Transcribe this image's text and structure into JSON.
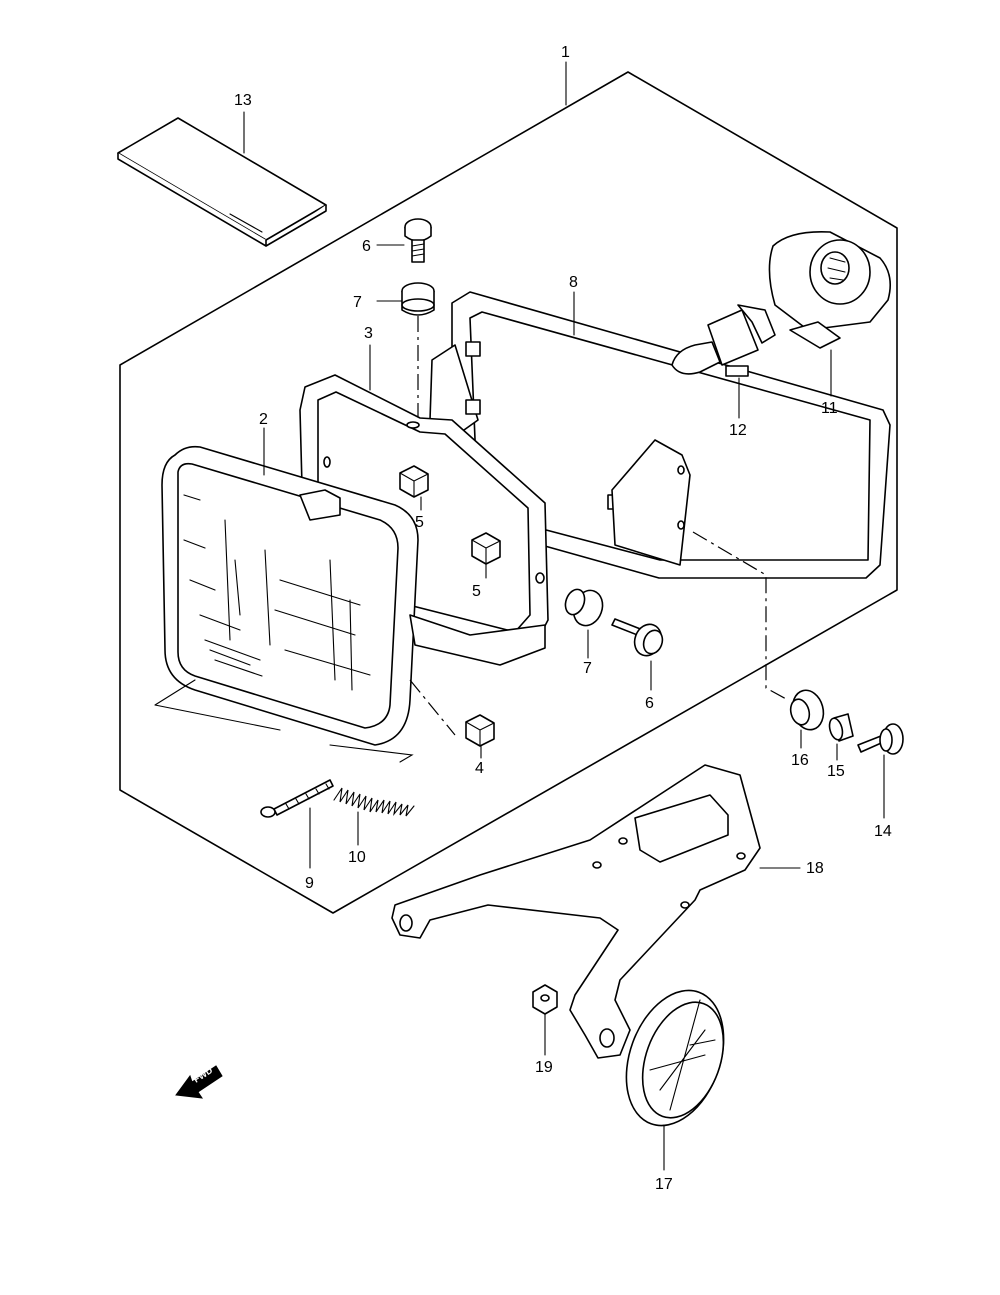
{
  "labels": {
    "p1": "1",
    "p2": "2",
    "p3": "3",
    "p4": "4",
    "p5a": "5",
    "p5b": "5",
    "p6a": "6",
    "p6b": "6",
    "p7a": "7",
    "p7b": "7",
    "p8": "8",
    "p9": "9",
    "p10": "10",
    "p11": "11",
    "p12": "12",
    "p13": "13",
    "p14": "14",
    "p15": "15",
    "p16": "16",
    "p17": "17",
    "p18": "18",
    "p19": "19"
  },
  "fwd_text": "FWD"
}
